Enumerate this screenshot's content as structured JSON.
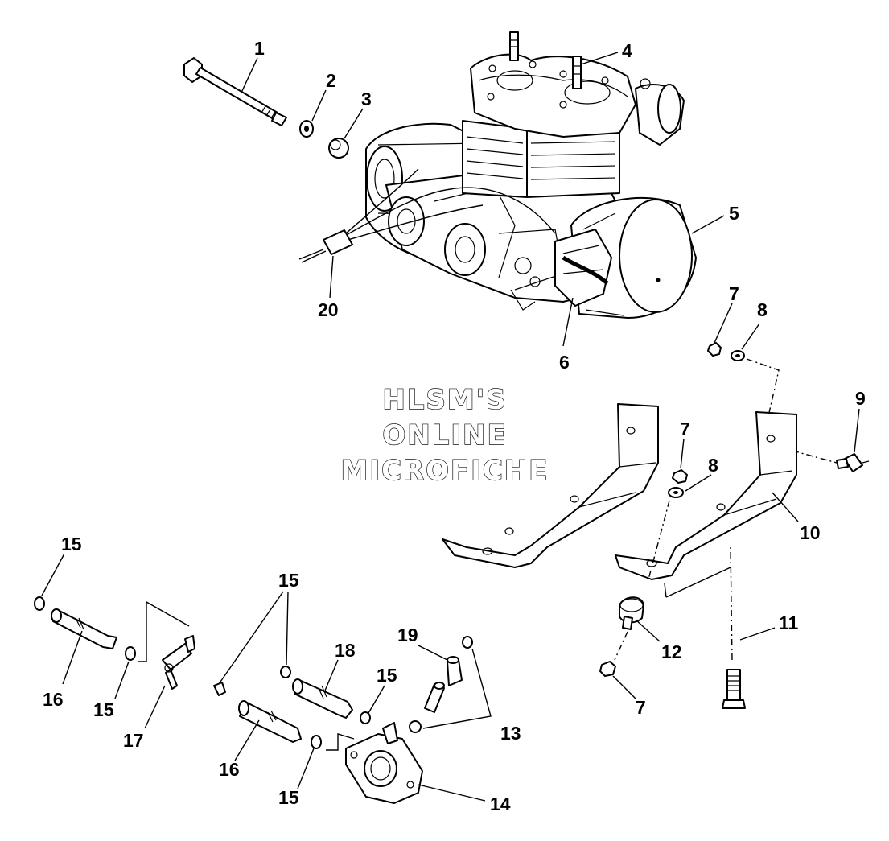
{
  "diagram": {
    "watermark": {
      "line1": "HLSM'S",
      "line2": "ONLINE",
      "line3": "MICROFICHE"
    },
    "callouts": {
      "c1": "1",
      "c2": "2",
      "c3": "3",
      "c4": "4",
      "c5": "5",
      "c6": "6",
      "c7a": "7",
      "c8a": "8",
      "c9": "9",
      "c7b": "7",
      "c8b": "8",
      "c10": "10",
      "c11": "11",
      "c12": "12",
      "c7c": "7",
      "c15a": "15",
      "c16a": "16",
      "c15b": "15",
      "c17": "17",
      "c15c": "15",
      "c18": "18",
      "c15d": "15",
      "c19": "19",
      "c13": "13",
      "c16b": "16",
      "c15e": "15",
      "c14": "14",
      "c20": "20"
    },
    "colors": {
      "ink": "#000000",
      "paper": "#ffffff"
    }
  }
}
